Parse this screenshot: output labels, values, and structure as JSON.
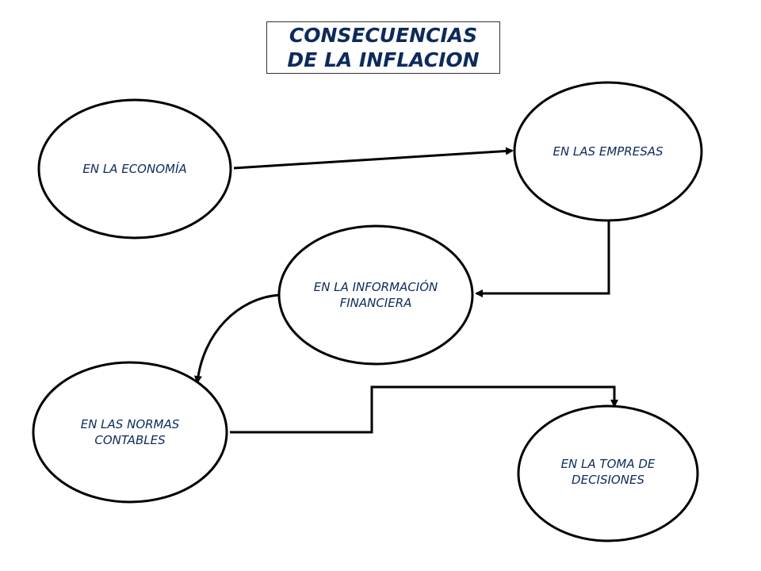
{
  "title": {
    "line1": "CONSECUENCIAS",
    "line2": "DE LA INFLACION"
  },
  "nodes": {
    "economia": {
      "lines": [
        "EN LA ECONOMÍA"
      ]
    },
    "empresas": {
      "lines": [
        "EN LAS EMPRESAS"
      ]
    },
    "informacion": {
      "lines": [
        "EN LA INFORMACIÓN",
        "FINANCIERA"
      ]
    },
    "normas": {
      "lines": [
        "EN LAS NORMAS",
        "CONTABLES"
      ]
    },
    "toma": {
      "lines": [
        "EN LA TOMA DE",
        "DECISIONES"
      ]
    }
  },
  "colors": {
    "text": "#0d2a5c",
    "stroke": "#000000"
  }
}
